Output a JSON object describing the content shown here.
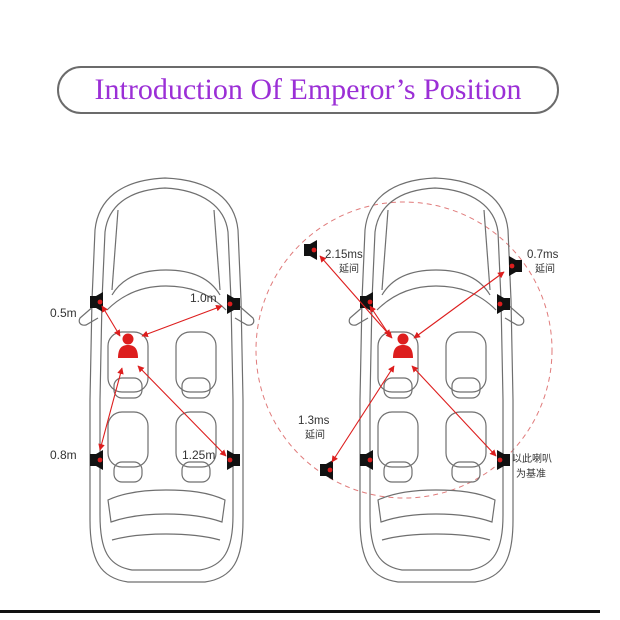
{
  "title": "Introduction Of Emperor’s Position",
  "colors": {
    "title": "#9b2fd6",
    "accent": "#dd1e1e",
    "outline": "#6b6b6b"
  },
  "left_car": {
    "labels": {
      "front_left": "0.5m",
      "front_right": "1.0m",
      "rear_left": "0.8m",
      "rear_right": "1.25m"
    }
  },
  "right_car": {
    "labels": {
      "tl_delay": "2.15ms",
      "tl_note": "延间",
      "tr_delay": "0.7ms",
      "tr_note": "延间",
      "bl_delay": "1.3ms",
      "bl_note": "延间",
      "ref_line1": "以此喇叭",
      "ref_line2": "为基准"
    }
  },
  "icons": {
    "speaker": "speaker-icon",
    "listener": "person-icon"
  }
}
